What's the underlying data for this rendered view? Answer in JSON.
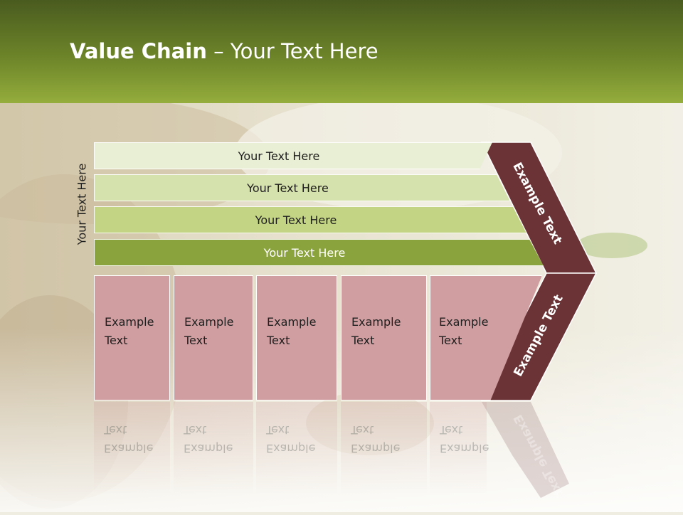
{
  "slide": {
    "title_bold": "Value Chain",
    "title_rest": " – Your Text Here"
  },
  "diagram": {
    "side_label": "Your Text Here",
    "bars": [
      {
        "label": "Your Text Here",
        "color": "#e9efd4"
      },
      {
        "label": "Your Text Here",
        "color": "#d6e2ad"
      },
      {
        "label": "Your Text Here",
        "color": "#c3d584"
      },
      {
        "label": "Your Text Here",
        "color": "#8ba33c"
      }
    ],
    "boxes": [
      {
        "line1": "Example",
        "line2": "Text"
      },
      {
        "line1": "Example",
        "line2": "Text"
      },
      {
        "line1": "Example",
        "line2": "Text"
      },
      {
        "line1": "Example",
        "line2": "Text"
      },
      {
        "line1": "Example",
        "line2": "Text"
      }
    ],
    "chevron_top": "Example Text",
    "chevron_bottom": "Example Text",
    "colors": {
      "header": "#6d8429",
      "chevron": "#6b3336",
      "box": "#d09ea0"
    }
  }
}
